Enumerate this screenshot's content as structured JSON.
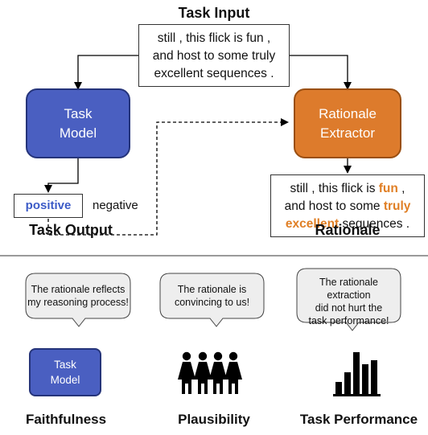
{
  "top": {
    "task_input_title": "Task Input",
    "input_lines": [
      "still , this flick is fun ,",
      "and host to some truly",
      "excellent sequences ."
    ],
    "task_model_lines": [
      "Task",
      "Model"
    ],
    "rationale_extractor_lines": [
      "Rationale",
      "Extractor"
    ],
    "output_positive": "positive",
    "output_negative": "negative",
    "task_output_title": "Task Output",
    "rationale_title": "Rationale",
    "rationale_text": {
      "l1_plain": "still , this flick is ",
      "l1_hl": "fun",
      "l1_end": " ,",
      "l2_plain": "and host to some ",
      "l2_hl": "truly",
      "l3_hl": "excellent",
      "l3_end": " sequences ."
    }
  },
  "bottom": {
    "bubble1_lines": [
      "The rationale reflects",
      "my reasoning process!"
    ],
    "bubble2_lines": [
      "The rationale is",
      "convincing to us!"
    ],
    "bubble3_lines": [
      "The rationale extraction",
      "did not hurt the",
      "task performance!"
    ],
    "mini_model_lines": [
      "Task",
      "Model"
    ],
    "labels": [
      "Faithfulness",
      "Plausibility",
      "Task Performance"
    ]
  },
  "colors": {
    "model_blue": "#4a5fc1",
    "extractor_orange": "#dd7b2c",
    "highlight": "#e07f25",
    "positive_blue": "#3c5bc7"
  }
}
